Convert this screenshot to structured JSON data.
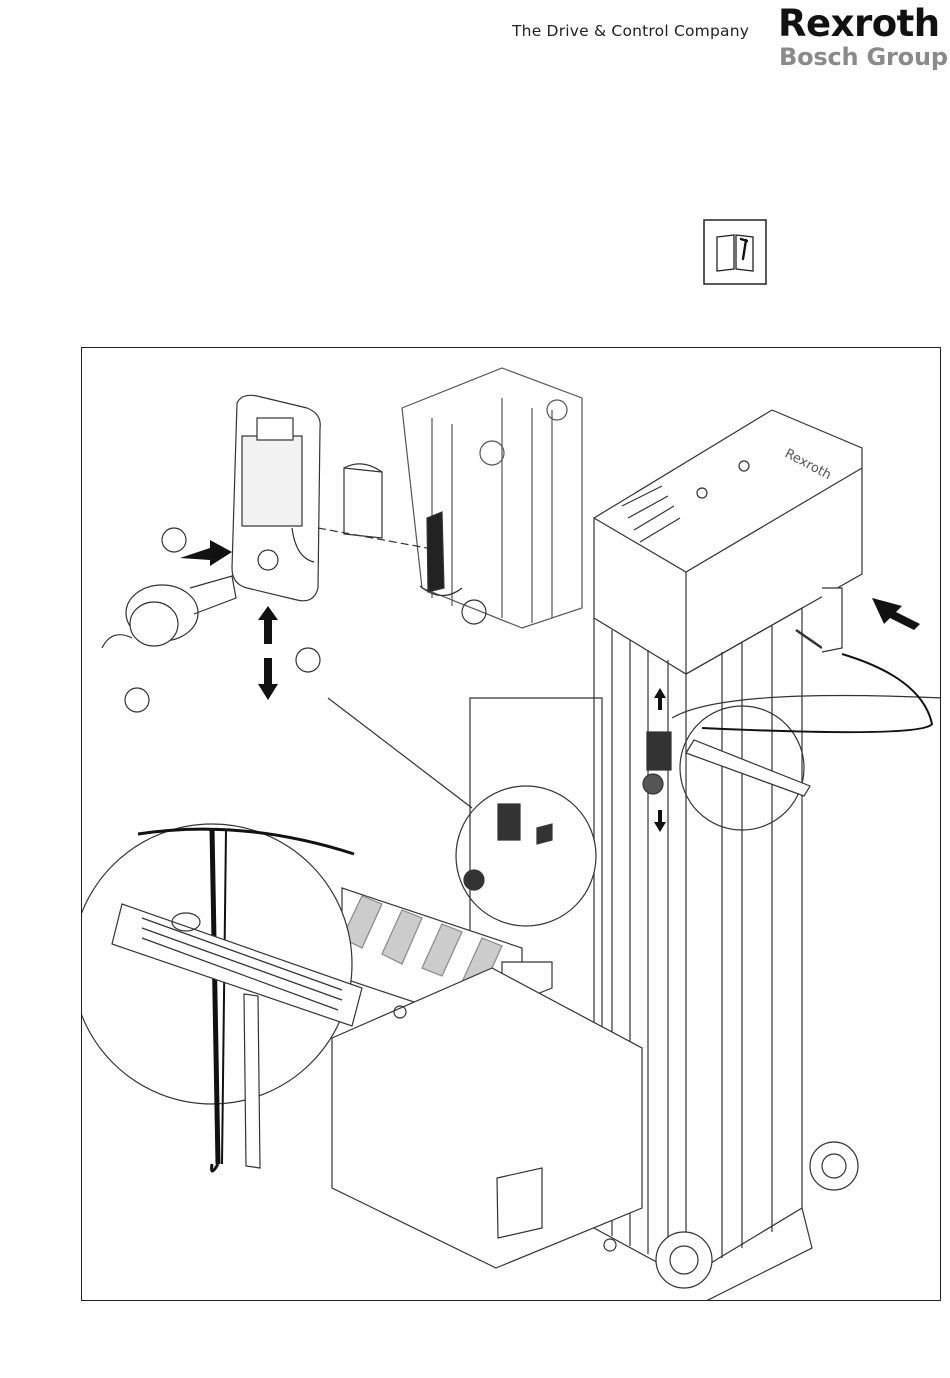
{
  "header": {
    "tagline": "The Drive & Control Company",
    "brand": "Rexroth",
    "group": "Bosch Group"
  },
  "icons": {
    "manual": "manual-wrench-icon"
  },
  "figure": {
    "housing_label": "Rexroth"
  }
}
